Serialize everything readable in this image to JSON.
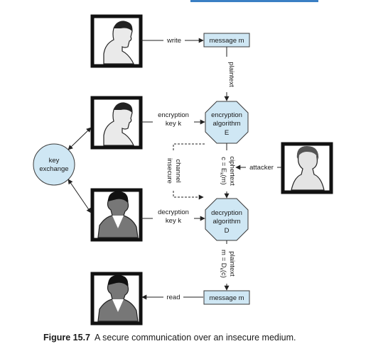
{
  "labels": {
    "write": "write",
    "read": "read",
    "message_top": "message m",
    "message_bottom": "message m",
    "plaintext_top": "plaintext",
    "plaintext_bottom": "plaintext",
    "plaintext_bottom_formula": "m = D",
    "plaintext_bottom_sub": "k",
    "plaintext_bottom_tail": "(c)",
    "encryption_key_line1": "encryption",
    "encryption_key_line2": "key k",
    "decryption_key_line1": "decryption",
    "decryption_key_line2": "key k",
    "enc_alg_line1": "encryption",
    "enc_alg_line2": "algorithm",
    "enc_alg_line3": "E",
    "dec_alg_line1": "decryption",
    "dec_alg_line2": "algorithm",
    "dec_alg_line3": "D",
    "key_exchange_line1": "key",
    "key_exchange_line2": "exchange",
    "insecure_line1": "insecure",
    "insecure_line2": "channel",
    "ciphertext": "ciphertext",
    "ciphertext_formula": "c = E",
    "ciphertext_sub": "k",
    "ciphertext_tail": "(m)",
    "attacker": "attacker"
  },
  "caption": {
    "figure": "Figure 15.7",
    "text": "A secure communication over an insecure medium."
  },
  "colors": {
    "shape_fill": "#cfe7f4",
    "stroke": "#222222"
  }
}
